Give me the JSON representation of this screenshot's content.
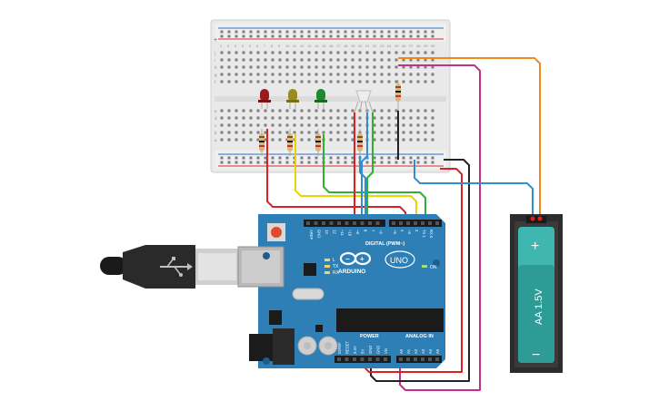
{
  "board": {
    "brand": "ARDUINO",
    "model": "UNO",
    "digital_label": "DIGITAL (PWM~)",
    "power_label": "POWER",
    "analog_label": "ANALOG IN",
    "on_label": "ON",
    "tx_label": "TX",
    "rx_label": "RX",
    "l_label": "L",
    "aref_label": "AREF",
    "gnd_label": "GND",
    "digital_pins": [
      "13",
      "12",
      "~11",
      "~10",
      "~9",
      "8",
      "7",
      "~6",
      "~5",
      "4",
      "~3",
      "2",
      "TX 1",
      "RX 0"
    ],
    "power_pins": [
      "IOREF",
      "RESET",
      "3.3V",
      "5V",
      "GND",
      "GND",
      "Vin"
    ],
    "analog_pins": [
      "A0",
      "A1",
      "A2",
      "A3",
      "A4",
      "A5"
    ]
  },
  "battery": {
    "label": "AA 1.5V",
    "plus": "+",
    "minus": "−"
  },
  "breadboard": {
    "column_numbers": [
      "1",
      "2",
      "3",
      "4",
      "5",
      "6",
      "7",
      "8",
      "9",
      "10",
      "11",
      "12",
      "13",
      "14",
      "15",
      "16",
      "17",
      "18",
      "19",
      "20",
      "21",
      "22",
      "23",
      "24",
      "25",
      "26",
      "27",
      "28",
      "29",
      "30"
    ],
    "row_letters_top": [
      "j",
      "i",
      "h",
      "g",
      "f"
    ],
    "row_letters_bottom": [
      "e",
      "d",
      "c",
      "b",
      "a"
    ],
    "rail_plus": "+",
    "rail_minus": "−"
  },
  "leds": [
    {
      "name": "red-led",
      "color": "#9e1a1a"
    },
    {
      "name": "yellow-led",
      "color": "#9b8a1c"
    },
    {
      "name": "green-led",
      "color": "#1f8a2e"
    }
  ],
  "colors": {
    "board_blue": "#2f7fb7",
    "battery_teal": "#3fb6b0",
    "wire_red": "#e02020",
    "wire_yellow": "#e8d400",
    "wire_green": "#2fb02f",
    "wire_blue": "#2f8fd0",
    "wire_orange": "#f08a1a",
    "wire_magenta": "#c2308a",
    "wire_black": "#222222"
  }
}
